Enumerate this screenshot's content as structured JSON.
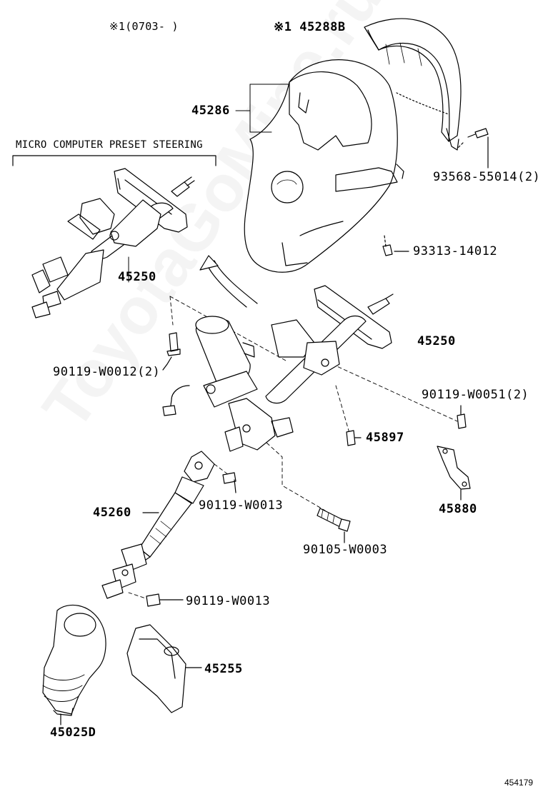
{
  "watermark": "ToyotaGoMine.ru",
  "notes": {
    "date_range": "※1(0703-      )",
    "variant_heading": "MICRO COMPUTER PRESET STEERING"
  },
  "parts": {
    "p45288B": "※1 45288B",
    "p45286": "45286",
    "p93568": "93568-55014(2)",
    "p93313": "93313-14012",
    "p45250_top": "45250",
    "p45250_mid": "45250",
    "p90119_W0012": "90119-W0012(2)",
    "p90119_W0051": "90119-W0051(2)",
    "p45897": "45897",
    "p45880": "45880",
    "p45260": "45260",
    "p90119_W0013_a": "90119-W0013",
    "p90105": "90105-W0003",
    "p90119_W0013_b": "90119-W0013",
    "p45255": "45255",
    "p45025D": "45025D"
  },
  "figure_number": "454179"
}
